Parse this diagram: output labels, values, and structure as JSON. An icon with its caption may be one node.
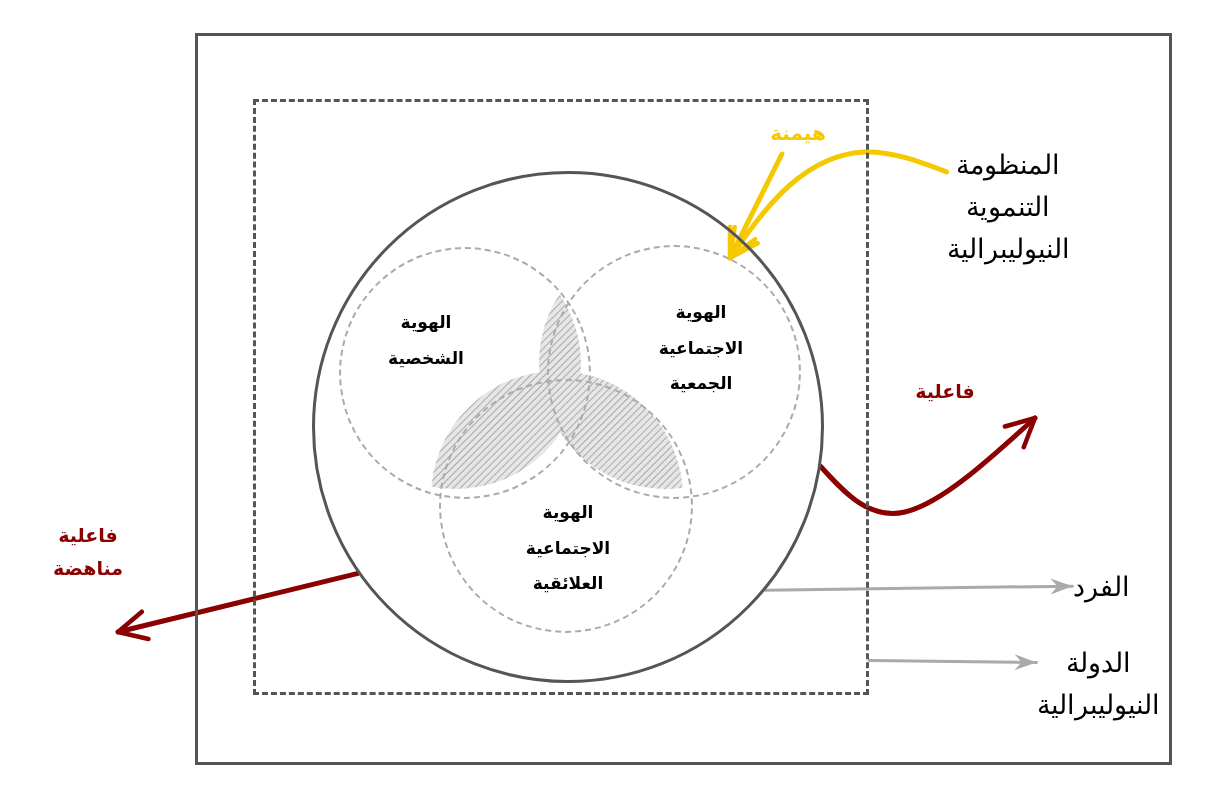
{
  "diagram": {
    "nodes": [
      {
        "text": [],
        "shape": "box"
      },
      {
        "text": [],
        "shape": "box",
        "in": 0
      },
      {
        "text": [],
        "shape": "circle",
        "in": 1
      },
      {
        "text": [
          "الهوية الشخصية"
        ],
        "in": 2
      },
      {
        "text": [
          "الهوية الاجتماعية الجمعية"
        ],
        "in": 2
      },
      {
        "text": [
          "الهوية الاجتماعية العلائقية"
        ],
        "in": 2
      },
      {
        "text": [
          "المنظومة التنموية النيوليبرالية"
        ],
        "in": 0
      },
      {
        "text": [
          "هيمنة"
        ],
        "in": 1
      },
      {
        "text": [
          "الفرد"
        ],
        "in": 0
      },
      {
        "text": [
          "الدولة النيوليبرالية"
        ],
        "in": 0
      }
    ],
    "edges": [
      {
        "from": 6,
        "to": 4,
        "arrow": "to",
        "color": "#f5c800"
      },
      {
        "from": 7,
        "to": 4,
        "arrow": "to",
        "color": "#f5c800"
      },
      {
        "from": 2,
        "to": null,
        "arrow": "to",
        "label": "فاعلية",
        "color": "#8b0000"
      },
      {
        "from": 2,
        "to": null,
        "arrow": "to",
        "label": "فاعلية مناهضة",
        "color": "#8b0000"
      },
      {
        "from": 2,
        "to": 8,
        "arrow": "to",
        "color": "#aaaaaa"
      },
      {
        "from": 1,
        "to": 9,
        "arrow": "to",
        "color": "#aaaaaa"
      }
    ]
  }
}
